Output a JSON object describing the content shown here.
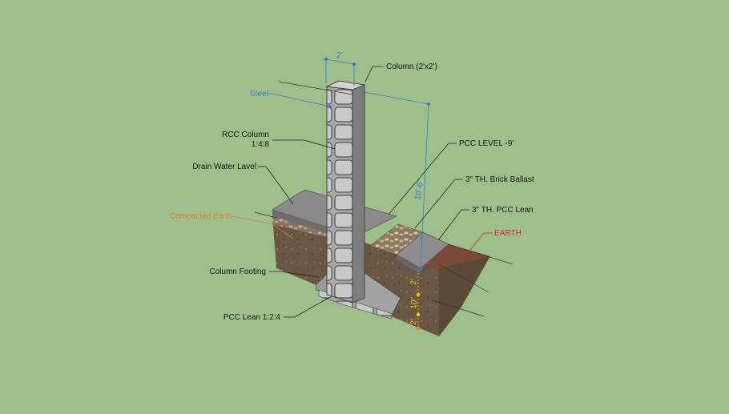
{
  "labels": {
    "column": "Column (2'x2')",
    "steel": "Steel",
    "rcc_column_line1": "RCC Column",
    "rcc_column_line2": "1:4:8",
    "pcc_level": "PCC LEVEL -9'",
    "drain_water_level": "Drain Water Lavel",
    "brick_ballast": "3\" TH. Brick Ballast",
    "pcc_lean_top": "3\" TH. PCC Lean",
    "compacted_earth": "Compacted Earth",
    "earth": "EARTH",
    "column_footing": "Column Footing",
    "pcc_lean_bottom": "PCC Lean 1:2:4"
  },
  "dimensions": {
    "column_width": "2'",
    "column_height": "10'-6\"",
    "depth_a": "2'",
    "depth_b": "10\"",
    "depth_c": "2'"
  },
  "colors": {
    "background": "#9dc08b",
    "concrete": "#b9b9b9",
    "concrete_dark": "#7d7d7d",
    "slab": "#8a8a8a",
    "soil": "#6e5a45",
    "earth_top": "#7a4a38",
    "steel_dim": "#3c78d8",
    "compacted_earth_label": "#e07b39",
    "earth_label": "#e02020",
    "depth_marker": "#f2d100"
  }
}
